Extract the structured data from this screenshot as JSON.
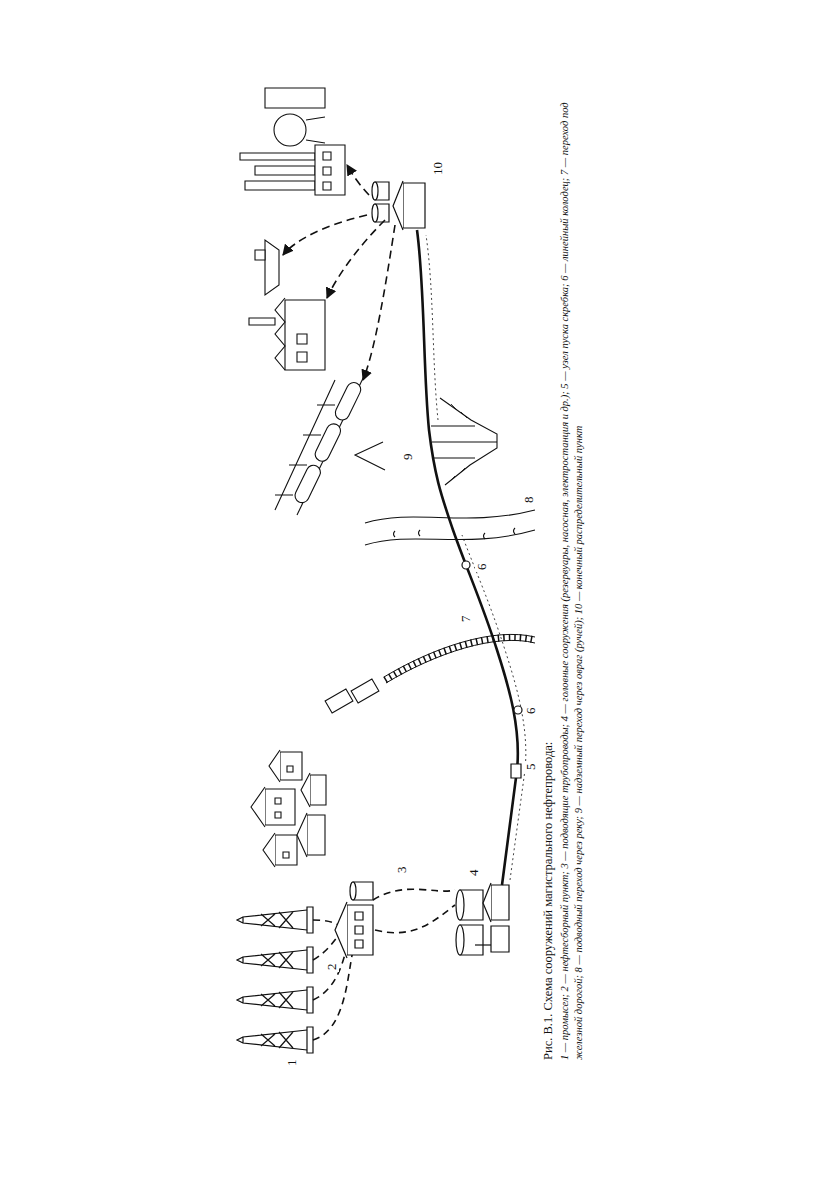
{
  "diagram": {
    "caption": "Рис. В.1. Схема сооружений магистрального нефтепровода:",
    "labels": [
      "1",
      "2",
      "3",
      "4",
      "5",
      "6",
      "7",
      "6",
      "8",
      "9",
      "10",
      "1 — промысел; 2 — нефтесборный пункт; 3 — подводящие трубопроводы; 4 — головные сооружения (резервуары, насосная, электростанция и др.); 5 — узел пуска скребка; 6 — линейный колодец; 7 — переход под железной дорогой; 8 — подводный переход через реку; 9 — надземный переход через овраг (ручей); 10 — конечный распределительный пункт"
    ]
  }
}
